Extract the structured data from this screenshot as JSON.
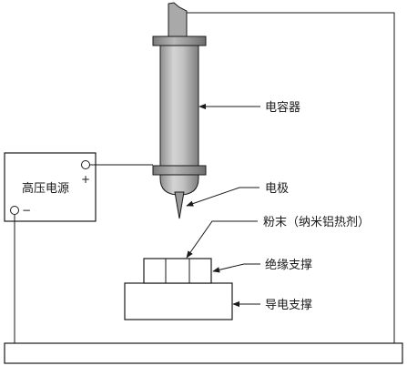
{
  "labels": {
    "power_supply": "高压电源",
    "plus": "+",
    "minus": "−",
    "capacitor": "电容器",
    "electrode": "电极",
    "powder": "粉末（纳米铝热剂）",
    "insulating_support": "绝缘支撑",
    "conductive_support": "导电支撑"
  }
}
